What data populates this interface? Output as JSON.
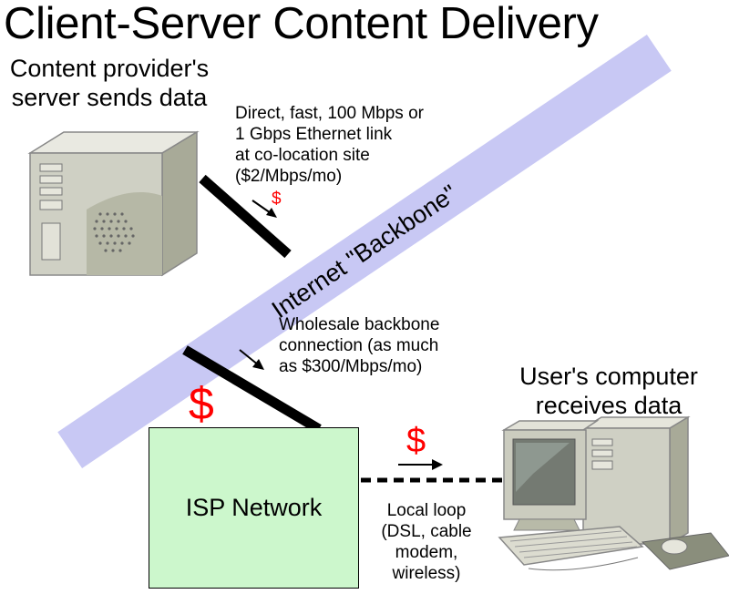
{
  "title": "Client-Server Content Delivery",
  "server_caption": [
    "Content provider's",
    "server sends data"
  ],
  "user_caption": [
    "User's computer",
    "receives data"
  ],
  "colocation_link": [
    "Direct, fast, 100 Mbps or",
    "1 Gbps Ethernet link",
    "at co-location site",
    "($2/Mbps/mo)"
  ],
  "wholesale_link": [
    "Wholesale backbone",
    "connection (as much",
    "as $300/Mbps/mo)"
  ],
  "local_loop": [
    "Local loop",
    "(DSL, cable",
    "modem,",
    "wireless)"
  ],
  "backbone_label": "Internet \"Backbone\"",
  "isp_label": "ISP Network",
  "dollar_symbol": "$",
  "colors": {
    "backbone": "#c8c8f4",
    "isp_fill": "#ccf7cc",
    "dollar": "#ff0000",
    "link": "#000000"
  },
  "icons": [
    "server-tower-icon",
    "desktop-computer-icon"
  ]
}
